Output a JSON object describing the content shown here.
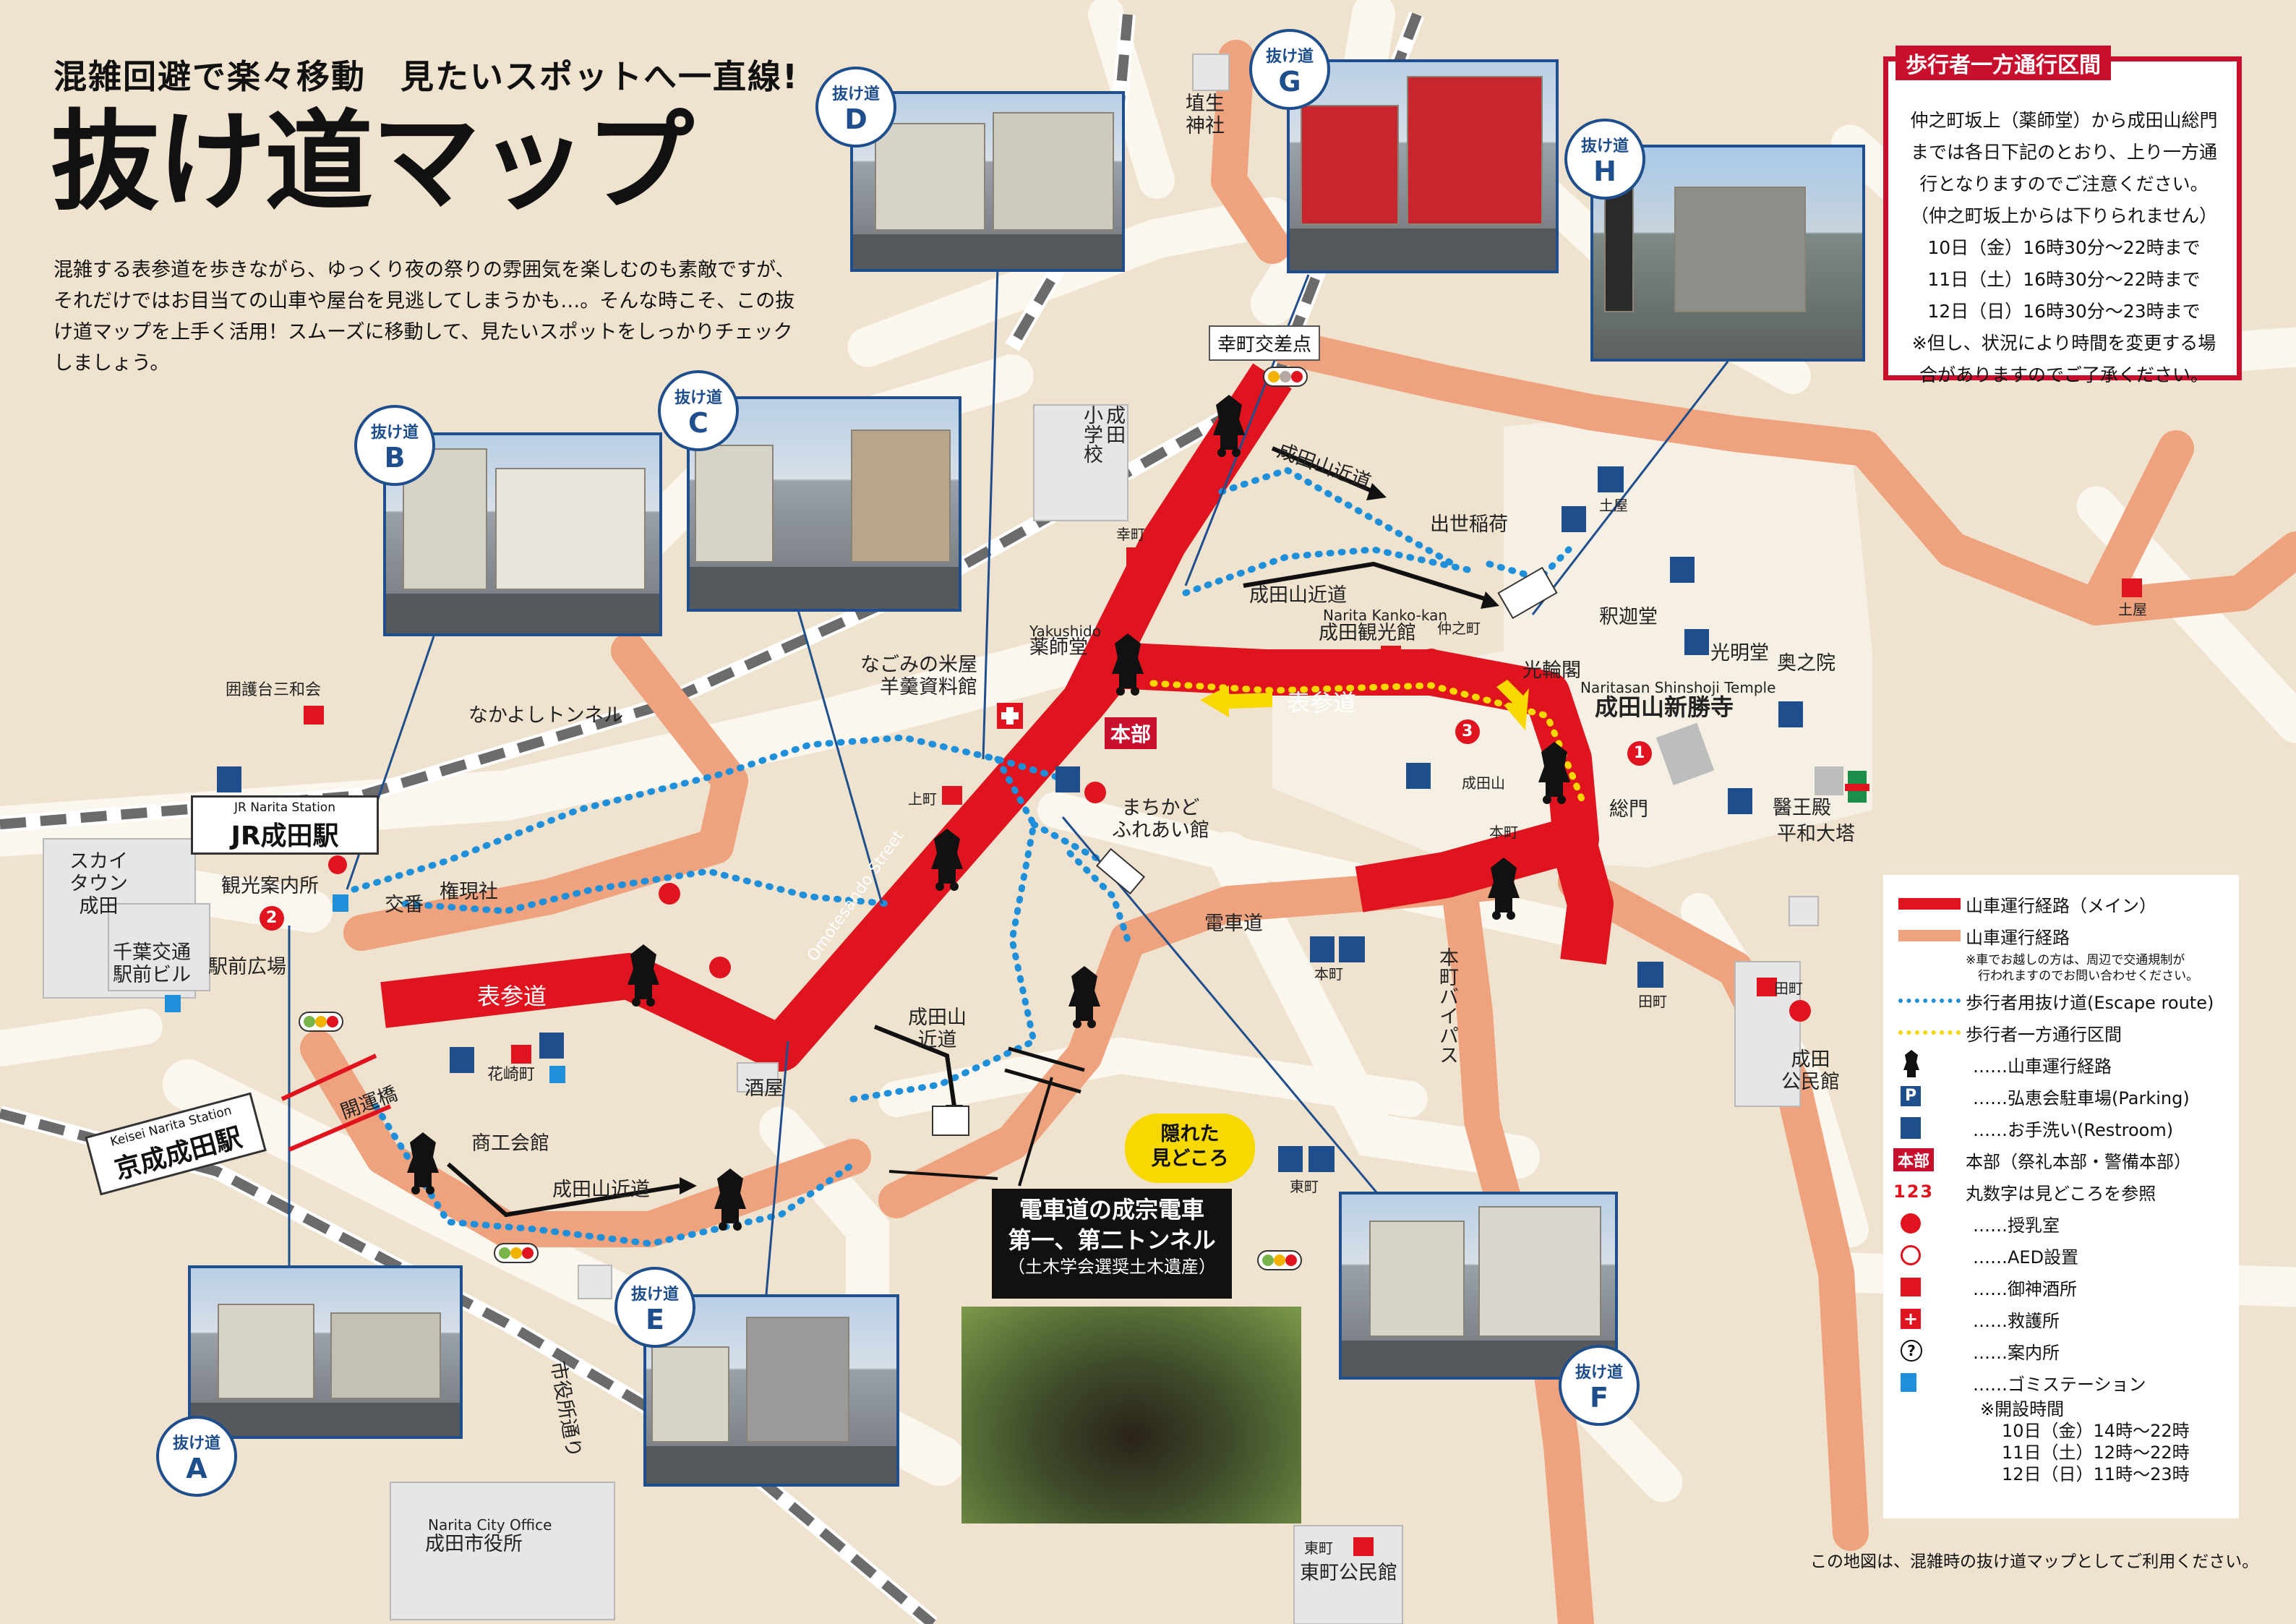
{
  "header": {
    "subtitle": "混雑回避で楽々移動　見たいスポットへ一直線!",
    "title": "抜け道マップ",
    "intro": "混雑する表参道を歩きながら、ゆっくり夜の祭りの雰囲気を楽しむのも素敵ですが、それだけではお目当ての山車や屋台を見逃してしまうかも…。そんな時こそ、この抜け道マップを上手く活用！スムーズに移動して、見たいスポットをしっかりチェックしましょう。"
  },
  "notice": {
    "title": "歩行者一方通行区間",
    "lines": [
      "仲之町坂上（薬師堂）から成田山総門",
      "までは各日下記のとおり、上り一方通",
      "行となりますのでご注意ください。",
      "（仲之町坂上からは下りられません）",
      "10日（金）16時30分～22時まで",
      "11日（土）16時30分～22時まで",
      "12日（日）16時30分～23時まで",
      "※但し、状況により時間を変更する場",
      "合がありますのでご了承ください。"
    ]
  },
  "escape_routes": [
    {
      "label_top": "抜け道",
      "letter": "A"
    },
    {
      "label_top": "抜け道",
      "letter": "B"
    },
    {
      "label_top": "抜け道",
      "letter": "C"
    },
    {
      "label_top": "抜け道",
      "letter": "D"
    },
    {
      "label_top": "抜け道",
      "letter": "E"
    },
    {
      "label_top": "抜け道",
      "letter": "F"
    },
    {
      "label_top": "抜け道",
      "letter": "G"
    },
    {
      "label_top": "抜け道",
      "letter": "H"
    }
  ],
  "places": {
    "jr_station_en": "JR Narita Station",
    "jr_station": "JR成田駅",
    "keisei_station_en": "Keisei Narita Station",
    "keisei_station": "京成成田駅",
    "skytown": "スカイ\nタウン\n成田",
    "chiba_kotsu": "千葉交通\n駅前ビル",
    "ekimae_hiroba": "駅前広場",
    "kanko_annai": "観光案内所",
    "koban": "交番",
    "gongensha": "権現社",
    "omotesando1": "表参道",
    "omotesando2": "表参道",
    "omotesando_street": "Omotesando Street",
    "nakayoshi": "なかよしトンネル",
    "kakomidai": "囲護台三和会",
    "kaiunbashi": "開運橋",
    "hanazakicho": "花崎町",
    "shokokaikan": "商工会館",
    "narita_kinko1": "成田山近道",
    "narita_kinko2": "成田山近道",
    "narita_kinko3": "成田山近道",
    "narita_kinko4": "成田山\n近道",
    "sakaya": "酒屋",
    "shiyakusho_dori": "市役所通り",
    "city_office_en": "Narita City Office",
    "city_office": "成田市役所",
    "higashicho_kominkan": "東町公民館",
    "higashicho1": "東町",
    "higashicho2": "東町",
    "kamicho": "上町",
    "nakomi": "なごみの米屋\n羊羹資料館",
    "yakushido_en": "Yakushido",
    "yakushido": "薬師堂",
    "machikado": "まちかど\nふれあい館",
    "honbu": "本部",
    "densha_michi": "電車道",
    "honcho1": "本町",
    "honcho2": "本町",
    "honcho_bypass": "本町バイパス",
    "tamachi": "田町",
    "tamachi2": "田町",
    "narita_kominkan": "成田\n公民館",
    "saiwaicho": "幸町",
    "saiwaicho_crossing": "幸町交差点",
    "narita_shogakko": "成田\n小学校",
    "hanyu_jinja": "埴生\n神社",
    "kanko_kan_en": "Narita Kanko-kan",
    "kanko_kan": "成田観光館",
    "nakanocho": "仲之町",
    "shusse_inari": "出世稲荷",
    "shakado": "釈迦堂",
    "komyodo": "光明堂",
    "okunoin": "奥之院",
    "korinkaku": "光輪閣",
    "shinshoji_en": "Naritasan Shinshoji Temple",
    "shinshoji": "成田山新勝寺",
    "naritasan": "成田山",
    "somon": "総門",
    "iodono": "醫王殿",
    "heiwa_daito": "平和大塔",
    "tsuchiya": "土屋",
    "tsuchiya2": "土屋",
    "hidden_spot": "隠れた\n見どころ",
    "tunnel_title": "電車道の成宗電車\n第一、第二トンネル",
    "tunnel_sub": "（土木学会選奨土木遺産）"
  },
  "numbers": [
    "1",
    "2",
    "3"
  ],
  "legend": {
    "items": [
      {
        "icon": "main-float-route-icon",
        "label": "山車運行経路（メイン）"
      },
      {
        "icon": "float-route-icon",
        "label": "山車運行経路"
      },
      {
        "icon": "note-icon",
        "label": "※車でお越しの方は、周辺で交通規制が\n　行われますのでお問い合わせください。"
      },
      {
        "icon": "escape-route-icon",
        "label": "歩行者用抜け道(Escape route)"
      },
      {
        "icon": "one-way-icon",
        "label": "歩行者一方通行区間"
      },
      {
        "icon": "float-icon",
        "label": "……山車運行経路"
      },
      {
        "icon": "parking-icon",
        "label": "……弘恵会駐車場(Parking)"
      },
      {
        "icon": "restroom-icon",
        "label": "……お手洗い(Restroom)"
      },
      {
        "icon": "honbu-icon",
        "label": "本部（祭礼本部・警備本部）"
      },
      {
        "icon": "number-icon",
        "label": "丸数字は見どころを参照"
      },
      {
        "icon": "nursing-icon",
        "label": "……授乳室"
      },
      {
        "icon": "aed-icon",
        "label": "……AED設置"
      },
      {
        "icon": "sake-icon",
        "label": "……御神酒所"
      },
      {
        "icon": "first-aid-icon",
        "label": "……救護所"
      },
      {
        "icon": "info-icon",
        "label": "……案内所"
      },
      {
        "icon": "trash-icon",
        "label": "……ゴミステーション"
      }
    ],
    "hours_title": "※開設時間",
    "hours": [
      "10日（金）14時～22時",
      "11日（土）12時～22時",
      "12日（日）11時～23時"
    ],
    "honbu_sym": "本部",
    "num_sym": "123"
  },
  "footnote": "この地図は、混雑時の抜け道マップとしてご利用ください。",
  "colors": {
    "bg": "#efe3cf",
    "road": "#fbf6ee",
    "main_route": "#e0141e",
    "route": "#eea27e",
    "escape": "#1e8fd8",
    "oneway": "#f7d800",
    "badge": "#1f4e8c"
  }
}
